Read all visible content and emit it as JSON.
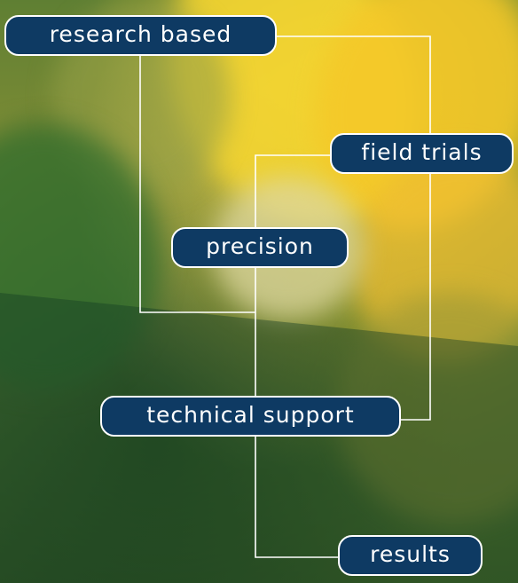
{
  "nodes": {
    "research_based": "research based",
    "field_trials": "field trials",
    "precision": "precision",
    "technical_support": "technical support",
    "results": "results"
  },
  "colors": {
    "node_fill": "#0e3a63",
    "node_border": "#ffffff",
    "connector": "#ffffff"
  }
}
